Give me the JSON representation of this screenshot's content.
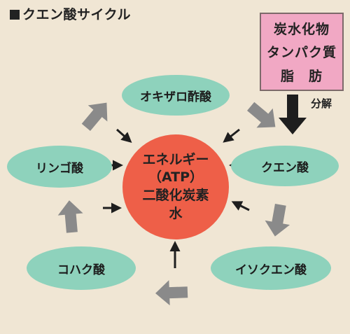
{
  "title": "クエン酸サイクル",
  "nutrients": [
    "炭水化物",
    "タンパク質",
    "脂　肪"
  ],
  "decomposition_label": "分解",
  "center": {
    "lines": [
      "エネルギー",
      "（ATP）",
      "二酸化炭素",
      "水"
    ]
  },
  "acids": [
    {
      "id": "oxaloacetic",
      "label": "オキザロ酢酸"
    },
    {
      "id": "citric",
      "label": "クエン酸"
    },
    {
      "id": "isocitric",
      "label": "イソクエン酸"
    },
    {
      "id": "succinic",
      "label": "コハク酸"
    },
    {
      "id": "malic",
      "label": "リンゴ酸"
    }
  ],
  "colors": {
    "background": "#f0e6d4",
    "acid_fill": "#8ed2bc",
    "center_fill": "#ee5f48",
    "nutrient_fill": "#f1a8c4",
    "cycle_arrow": "#8a8a8a",
    "product_arrow": "#1e1e1e"
  }
}
